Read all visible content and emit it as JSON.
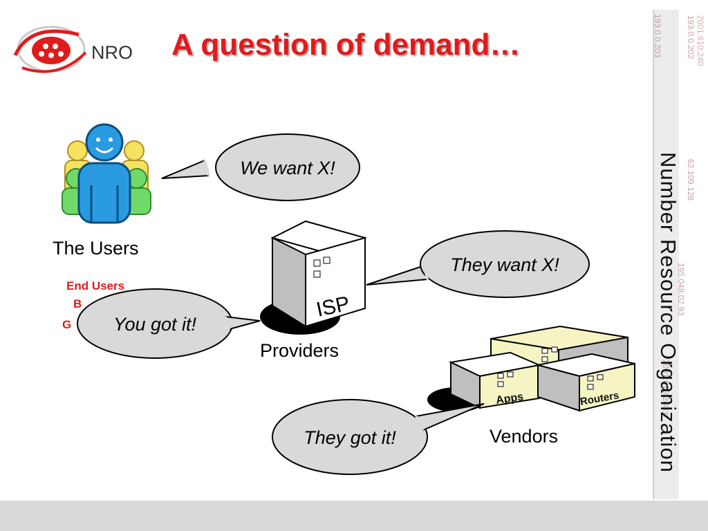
{
  "slide": {
    "title": "A question of demand…",
    "logo_text": "NRO",
    "side_banner": "Number Resource Organization",
    "side_ips": [
      "2001:610:240",
      "193.0.0.202",
      "62.109.128",
      "195.048.02.93",
      "2001:610:240:0",
      "193.0.0.203"
    ]
  },
  "actors": {
    "users_label": "The Users",
    "providers_label": "Providers",
    "vendors_label": "Vendors",
    "isp_text": "ISP",
    "apps_text": "Apps",
    "routers_text": "Routers"
  },
  "bubbles": {
    "users": "We want X!",
    "providers_to_vendors": "They want X!",
    "providers_to_users": "You got it!",
    "vendors": "They got it!"
  },
  "partially_hidden": {
    "line1": "End  Users",
    "line2": "B",
    "line3": "G"
  },
  "colors": {
    "title_red": "#e01b1b",
    "bubble_fill": "#d9d9d9",
    "user_blue": "#2a9be0",
    "footer_gray": "#d9d9d9"
  }
}
